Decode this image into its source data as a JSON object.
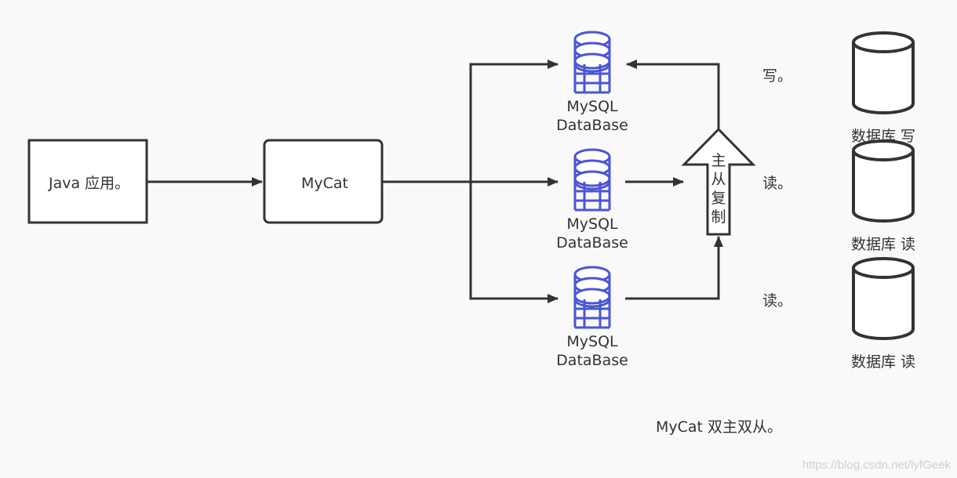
{
  "nodes": {
    "java_app": "Java 应用。",
    "mycat": "MyCat",
    "db_top": [
      "MySQL",
      "DataBase"
    ],
    "db_mid": [
      "MySQL",
      "DataBase"
    ],
    "db_bot": [
      "MySQL",
      "DataBase"
    ]
  },
  "replication_arrow": [
    "主",
    "从",
    "复",
    "制"
  ],
  "roles": {
    "write": "写。",
    "read_mid": "读。",
    "read_bot": "读。"
  },
  "legend": {
    "db_write": "数据库 写",
    "db_read_1": "数据库 读",
    "db_read_2": "数据库 读"
  },
  "caption": "MyCat 双主双从。",
  "watermark": "https://blog.csdn.net/lyfGeek",
  "colors": {
    "stroke": "#333333",
    "db_icon": "#4a55d6",
    "background": "#f9f9f9"
  }
}
